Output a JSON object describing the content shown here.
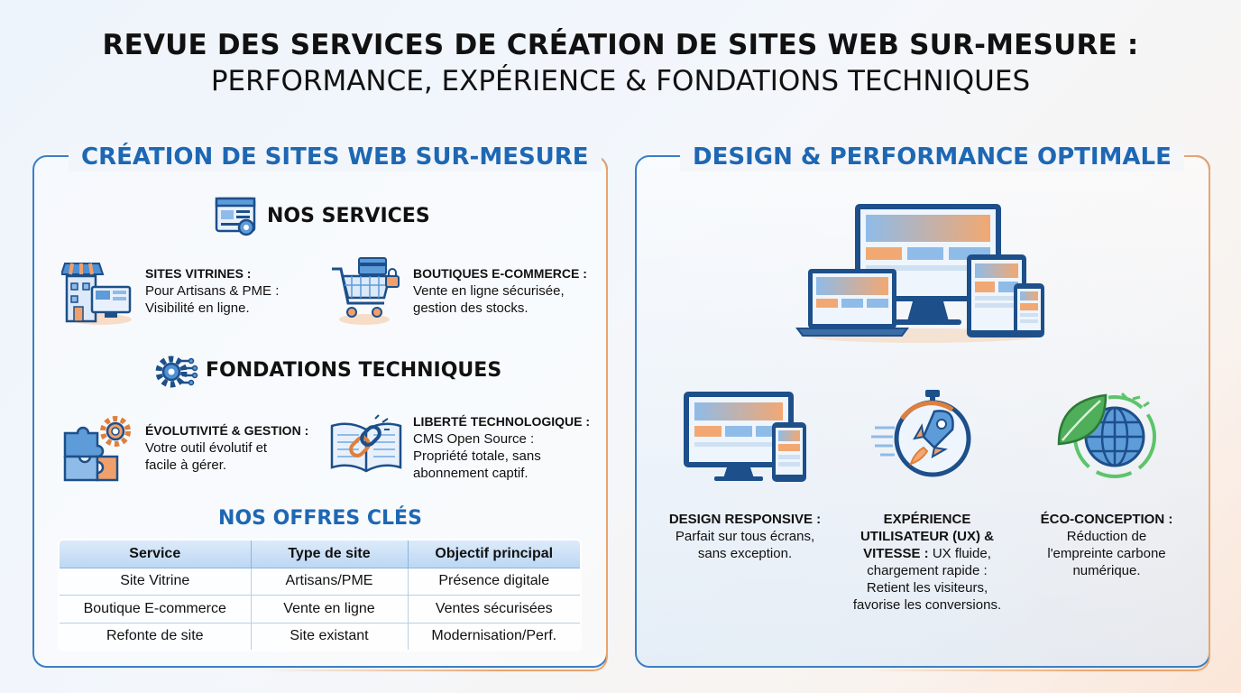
{
  "title": {
    "line1": "REVUE DES SERVICES DE CRÉATION DE SITES WEB SUR-MESURE :",
    "line2": "PERFORMANCE, EXPÉRIENCE & FONDATIONS TECHNIQUES"
  },
  "left_panel": {
    "heading": "CRÉATION DE SITES WEB SUR-MESURE",
    "services": {
      "title": "NOS SERVICES",
      "items": [
        {
          "title": "SITES VITRINES :",
          "lines": [
            "Pour Artisans & PME :",
            "Visibilité en ligne."
          ],
          "icon": "storefront-icon"
        },
        {
          "title": "BOUTIQUES E-COMMERCE :",
          "lines": [
            "Vente en ligne sécurisée,",
            "gestion des stocks."
          ],
          "icon": "shopping-cart-icon"
        }
      ]
    },
    "foundations": {
      "title": "FONDATIONS TECHNIQUES",
      "items": [
        {
          "title": "ÉVOLUTIVITÉ & GESTION :",
          "lines": [
            "Votre outil évolutif et",
            "facile à gérer."
          ],
          "icon": "puzzle-gear-icon"
        },
        {
          "title": "LIBERTÉ TECHNOLOGIQUE :",
          "lines": [
            "CMS Open Source :",
            "Propriété totale, sans",
            "abonnement captif."
          ],
          "icon": "open-book-link-icon"
        }
      ]
    },
    "offers": {
      "title": "NOS OFFRES CLÉS",
      "headers": [
        "Service",
        "Type de site",
        "Objectif principal"
      ],
      "rows": [
        [
          "Site Vitrine",
          "Artisans/PME",
          "Présence digitale"
        ],
        [
          "Boutique E-commerce",
          "Vente en ligne",
          "Ventes sécurisées"
        ],
        [
          "Refonte de site",
          "Site existant",
          "Modernisation/Perf."
        ]
      ]
    }
  },
  "right_panel": {
    "heading": "DESIGN & PERFORMANCE OPTIMALE",
    "features": [
      {
        "title": "DESIGN RESPONSIVE :",
        "lines": [
          "Parfait sur tous écrans,",
          "sans exception."
        ],
        "icon": "responsive-devices-icon"
      },
      {
        "title_lines": [
          "EXPÉRIENCE",
          "UTILISATEUR (UX) &",
          "VITESSE :"
        ],
        "text_after_title": "UX fluide,",
        "lines": [
          "chargement rapide :",
          "Retient les visiteurs,",
          "favorise les conversions."
        ],
        "icon": "rocket-stopwatch-icon"
      },
      {
        "title": "ÉCO-CONCEPTION :",
        "lines": [
          "Réduction de",
          "l'empreinte carbone",
          "numérique."
        ],
        "icon": "leaf-globe-icon"
      }
    ]
  },
  "colors": {
    "accent_blue": "#1e67b3",
    "accent_orange": "#f0a06a"
  }
}
